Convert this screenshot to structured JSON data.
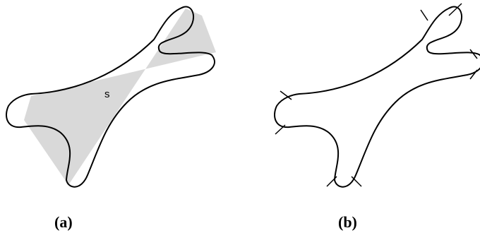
{
  "panels": [
    {
      "id": "a",
      "caption": "(a)",
      "shape_label": "s",
      "convex_hull_fill": "#d9d9d9",
      "outline_color": "#000000"
    },
    {
      "id": "b",
      "caption": "(b)",
      "outline_color": "#000000",
      "tick_mark_count": 8
    }
  ]
}
